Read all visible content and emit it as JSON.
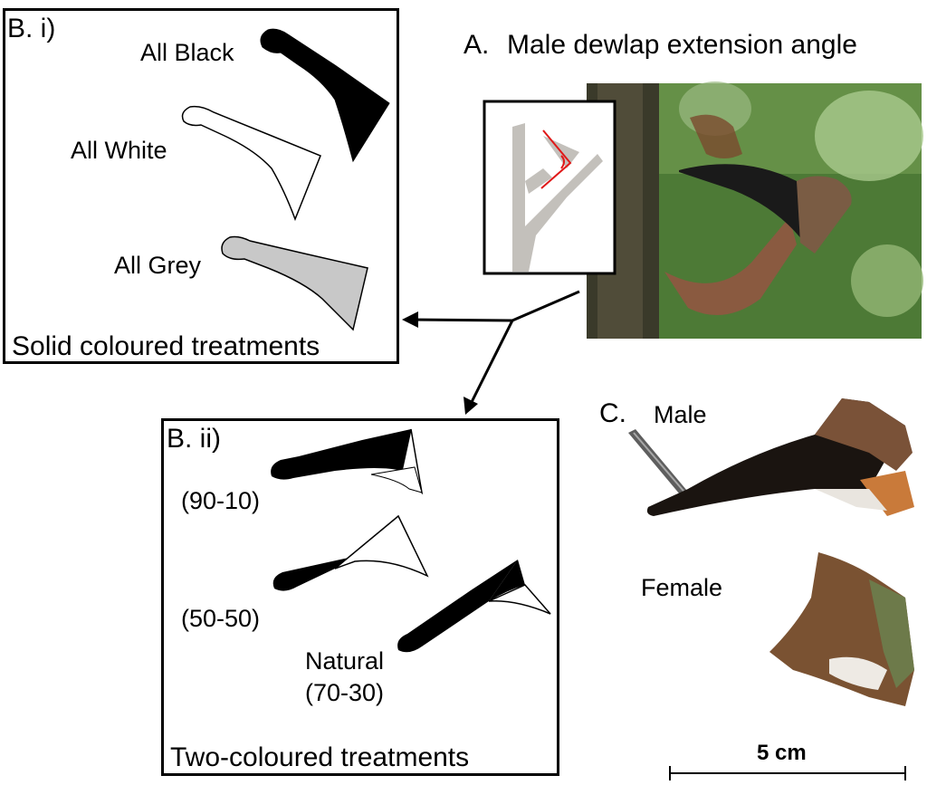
{
  "panel_a": {
    "title": "A.",
    "subtitle": "Male dewlap extension angle"
  },
  "panel_bi": {
    "label": "B. i)",
    "caption": "Solid coloured treatments",
    "shapes": [
      "All Black",
      "All White",
      "All Grey"
    ]
  },
  "panel_bii": {
    "label": "B. ii)",
    "caption": "Two-coloured treatments",
    "shapes": [
      "(90-10)",
      "(50-50)",
      "Natural",
      "(70-30)"
    ]
  },
  "panel_c": {
    "label": "C.",
    "male": "Male",
    "female": "Female",
    "scale_label": "5 cm"
  },
  "colors": {
    "black": "#000000",
    "white": "#ffffff",
    "grey": "#c8c8c8",
    "angle_mark": "#e01818",
    "sketch_grey": "#c3c0bb"
  }
}
